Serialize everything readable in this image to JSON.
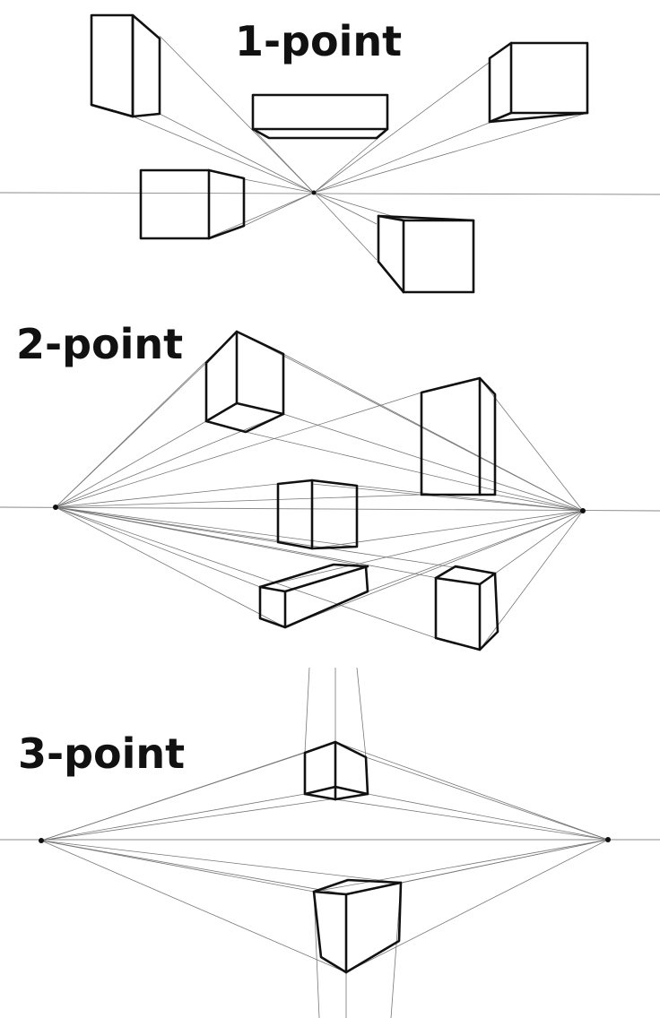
{
  "sections": [
    {
      "label": "1-point"
    },
    {
      "label": "2-point"
    },
    {
      "label": "3-point"
    }
  ],
  "colors": {
    "ink": "#111111",
    "guide": "#777777",
    "paper": "#ffffff"
  }
}
